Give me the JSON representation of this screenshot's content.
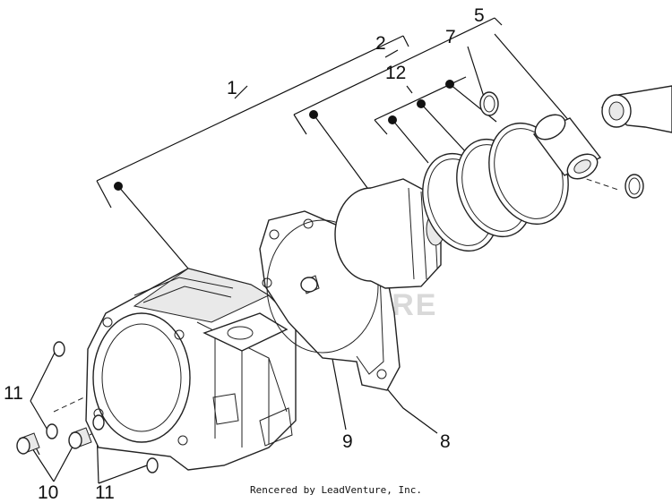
{
  "callouts": {
    "c1": "1",
    "c2": "2",
    "c5": "5",
    "c7": "7",
    "c8": "8",
    "c9": "9",
    "c10": "10",
    "c11a": "11",
    "c11b": "11",
    "c12": "12"
  },
  "watermark": "VENTURE",
  "footer": "Rencered by LeadVenture, Inc."
}
